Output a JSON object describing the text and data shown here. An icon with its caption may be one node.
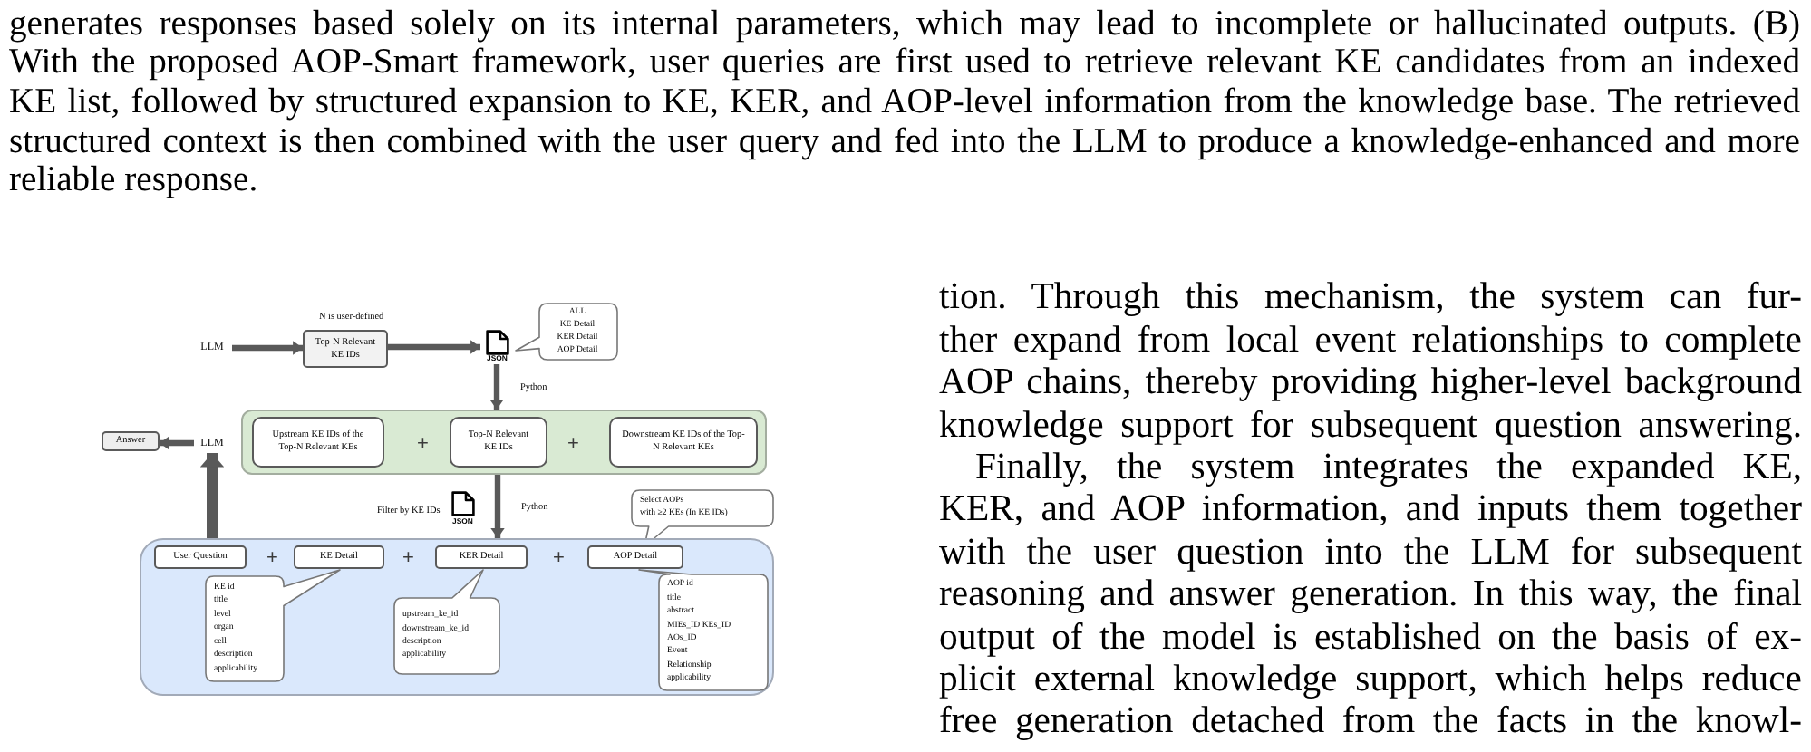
{
  "diagram": {
    "nodes": [
      {
        "text": [
          "LLM"
        ]
      },
      {
        "text": [
          "Top-N Relevant KE IDs"
        ],
        "beside": [
          "N is user-defined"
        ]
      },
      {
        "text": [
          "JSON"
        ]
      },
      {
        "text": [
          "ALL",
          "KE Detail",
          "KER Detail",
          "AOP Detail"
        ]
      },
      {
        "text": [
          "Answer"
        ]
      },
      {
        "text": [
          "LLM"
        ]
      },
      {
        "text": [],
        "shape": "box"
      },
      {
        "text": [
          "Upstream KE IDs of the Top-N Relevant KEs"
        ],
        "in": 6
      },
      {
        "text": [
          "Top-N Relevant KE IDs"
        ],
        "in": 6
      },
      {
        "text": [
          "Downstream KE IDs of the Top-N Relevant KEs"
        ],
        "in": 6
      },
      {
        "text": [
          "Select AOPs",
          "with ≥2 KEs (In KE IDs)"
        ]
      },
      {
        "text": [],
        "shape": "box"
      },
      {
        "text": [
          "User Question"
        ],
        "in": 11
      },
      {
        "text": [
          "KE Detail"
        ],
        "in": 11
      },
      {
        "text": [
          "KER Detail"
        ],
        "in": 11
      },
      {
        "text": [
          "AOP Detail"
        ],
        "in": 11
      },
      {
        "text": [
          "KE id",
          "title",
          "level",
          "organ",
          "cell",
          "description",
          "applicability"
        ],
        "in": 11
      },
      {
        "text": [
          "upstream_ke_id",
          "downstream_ke_id",
          "description",
          "applicability"
        ],
        "in": 11
      },
      {
        "text": [
          "AOP id",
          "title",
          "abstract",
          "MIEs_ID KEs_ID",
          "AOs_ID",
          "Event",
          "Relationship",
          "applicability"
        ],
        "in": 11
      }
    ],
    "edges": [
      {
        "from": 0,
        "to": 1,
        "arrow": "to"
      },
      {
        "from": 1,
        "to": 2,
        "arrow": "to"
      },
      {
        "from": 2,
        "to": 6,
        "arrow": "to",
        "label": "Python"
      },
      {
        "from": 6,
        "to": 11,
        "arrow": "to",
        "label": "Python"
      },
      {
        "from": 11,
        "to": 5,
        "arrow": "to",
        "style": "thick"
      },
      {
        "from": 5,
        "to": 4,
        "arrow": "to"
      }
    ],
    "labels": [
      "generates responses based solely on its internal parameters, which may lead to incomplete or hallucinated outputs. (B) With the proposed AOP-Smart framework, user queries are first used to retrieve relevant KE candidates from an indexed KE list, followed by structured expansion to KE, KER, and AOP-level information from the knowledge base. The retrieved structured context is then combined with the user query and fed into the LLM to produce a knowledge-enhanced and more reliable response.",
      "+",
      "+",
      "Filter by KE IDs",
      "JSON",
      "+",
      "+",
      "+",
      "tion. Through this mechanism, the system can fur- ther expand from local event relationships to complete AOP chains, thereby providing higher-level background knowledge support for subsequent question answering.",
      "Finally, the system integrates the expanded KE, KER, and AOP information, and inputs them together with the user question into the LLM for subsequent reasoning and answer generation. In this way, the final output of the model is established on the basis of ex- plicit external knowledge support, which helps reduce free generation detached from the facts in the knowl-"
    ]
  }
}
